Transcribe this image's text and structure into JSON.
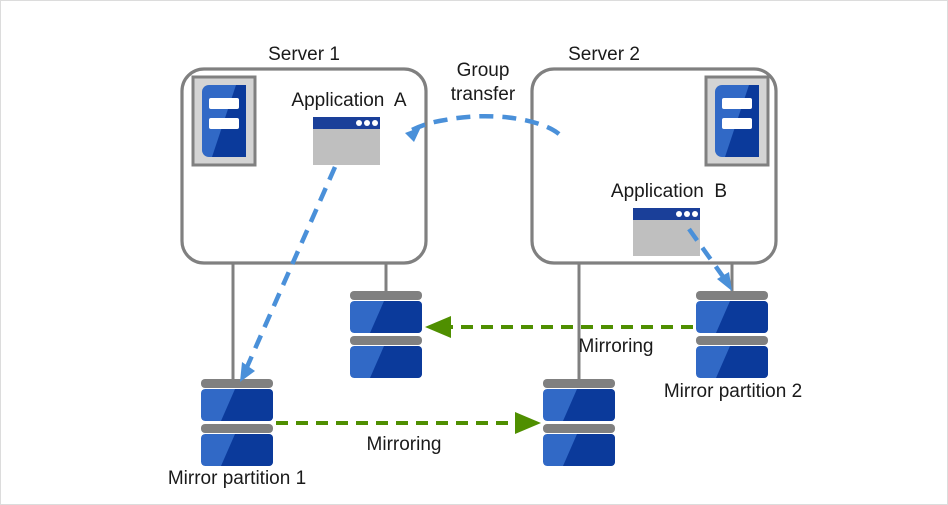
{
  "diagram": {
    "title": "Mirror partition group transfer between two servers",
    "servers": [
      {
        "id": "server1",
        "label": "Server 1",
        "icon": "server-icon"
      },
      {
        "id": "server2",
        "label": "Server 2",
        "icon": "server-icon"
      }
    ],
    "applications": [
      {
        "id": "app_a",
        "label": "Application  A",
        "icon": "application-window-icon",
        "host": "Server 1"
      },
      {
        "id": "app_b",
        "label": "Application  B",
        "icon": "application-window-icon",
        "host": "Server 2"
      }
    ],
    "disks": [
      {
        "id": "disk_mp1",
        "label": "Mirror partition 1",
        "icon": "disk-stack-icon"
      },
      {
        "id": "disk_s1",
        "label": "",
        "icon": "disk-stack-icon"
      },
      {
        "id": "disk_s2",
        "label": "",
        "icon": "disk-stack-icon"
      },
      {
        "id": "disk_mp2",
        "label": "Mirror partition 2",
        "icon": "disk-stack-icon"
      }
    ],
    "flows": [
      {
        "id": "group_transfer",
        "label": "Group\ntransfer",
        "line1": "Group",
        "line2": "transfer",
        "style": "dashed-curve-arrow",
        "color": "#4a90d9",
        "from": "Server 2",
        "to": "Server 1"
      },
      {
        "id": "mirroring_top",
        "label": "Mirroring",
        "style": "dashed-arrow",
        "color": "#4f8f00",
        "from": "Mirror partition 2",
        "to": "Server 1 disk"
      },
      {
        "id": "mirroring_bottom",
        "label": "Mirroring",
        "style": "dashed-arrow",
        "color": "#4f8f00",
        "from": "Mirror partition 1",
        "to": "Server 2 disk"
      },
      {
        "id": "app_a_access",
        "label": "",
        "style": "dashed-arrow",
        "color": "#4a90d9",
        "from": "Application  A",
        "to": "Mirror partition 1"
      },
      {
        "id": "app_b_access",
        "label": "",
        "style": "dashed-arrow",
        "color": "#4a90d9",
        "from": "Application  B",
        "to": "Mirror partition 2"
      }
    ],
    "labels": {
      "server1": "Server 1",
      "server2": "Server 2",
      "application_a": "Application  A",
      "application_b": "Application  B",
      "group_transfer_line1": "Group",
      "group_transfer_line2": "transfer",
      "mirroring_top": "Mirroring",
      "mirroring_bottom": "Mirroring",
      "mirror_partition_1": "Mirror partition 1",
      "mirror_partition_2": "Mirror partition 2"
    },
    "colors": {
      "frame_border": "#dcdcdc",
      "server_box_stroke": "#808080",
      "connector_line": "#808080",
      "icon_bezel": "#d4d4d4",
      "icon_bezel_stroke": "#808080",
      "blue_light": "#3169c6",
      "blue_dark": "#0b3a9b",
      "titlebar_blue": "#1a3f99",
      "window_body": "#bfbfbf",
      "disk_bar": "#808080",
      "arrow_blue": "#4a90d9",
      "arrow_green": "#4f8f00",
      "text": "#1a1a1a",
      "background": "#ffffff"
    }
  }
}
